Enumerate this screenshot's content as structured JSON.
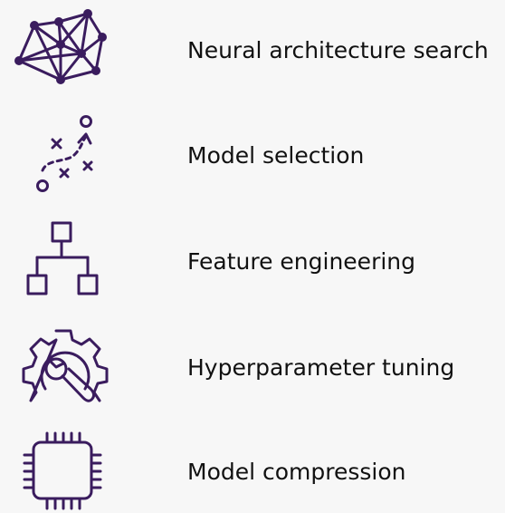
{
  "items": [
    {
      "label": "Neural architecture search",
      "icon": "neural-network-icon"
    },
    {
      "label": "Model selection",
      "icon": "strategy-play-icon"
    },
    {
      "label": "Feature engineering",
      "icon": "hierarchy-icon"
    },
    {
      "label": "Hyperparameter tuning",
      "icon": "gear-wrench-icon"
    },
    {
      "label": "Model compression",
      "icon": "chip-icon"
    }
  ],
  "colors": {
    "icon": "#3a1c5e",
    "text": "#111111",
    "background": "#f7f7f7"
  }
}
